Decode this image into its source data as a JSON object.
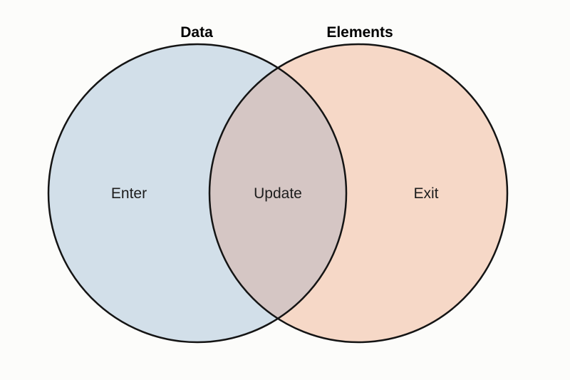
{
  "diagram": {
    "type": "venn",
    "background_color": "#fcfcfa",
    "stroke_color": "#141414",
    "label_color": "#1d1d1d",
    "title_color": "#000000",
    "sets": [
      {
        "title": "Data",
        "region_label": "Enter",
        "fill": "#d2dfe9"
      },
      {
        "title": "Elements",
        "region_label": "Exit",
        "fill": "#f6d8c7"
      }
    ],
    "intersection": {
      "label": "Update",
      "fill": "#d5c6c4"
    }
  }
}
